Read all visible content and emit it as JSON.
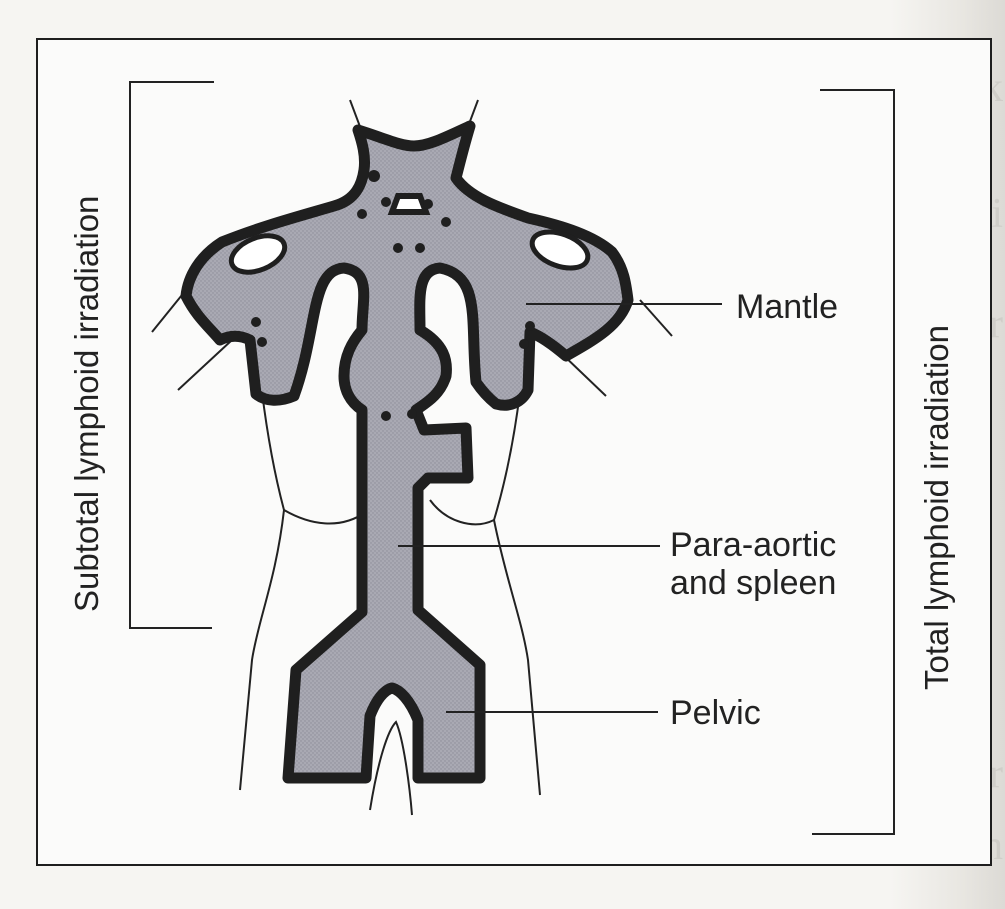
{
  "figure": {
    "labels": {
      "mantle": "Mantle",
      "para_aortic": [
        "Para-aortic",
        "and spleen"
      ],
      "pelvic": "Pelvic"
    },
    "brackets": {
      "subtotal": "Subtotal lymphoid irradiation",
      "total": "Total lymphoid irradiation"
    }
  },
  "colors": {
    "field_fill": "#a9a9b3",
    "outline": "#1f1f1f",
    "frame": "#1e1e1e"
  }
}
